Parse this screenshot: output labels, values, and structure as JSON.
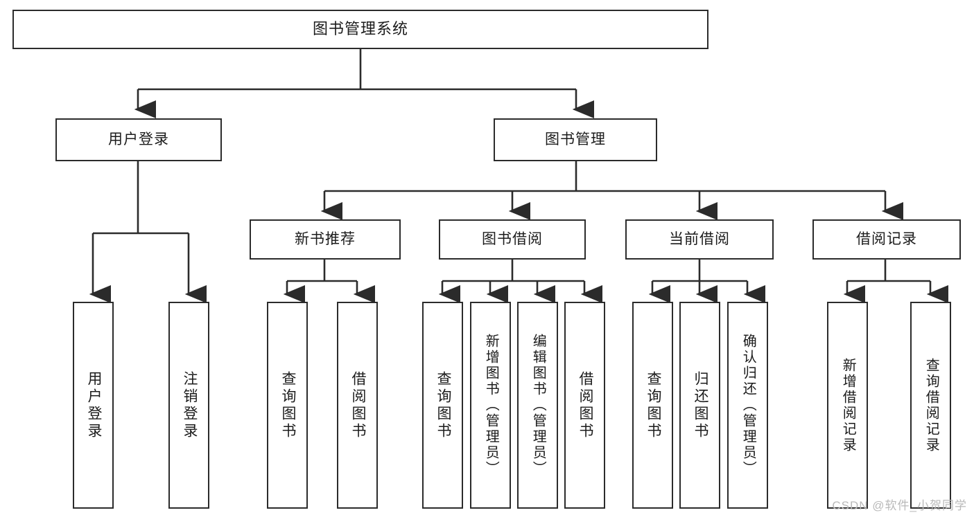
{
  "diagram": {
    "type": "tree-hierarchy",
    "title": "图书管理系统",
    "root": {
      "label": "图书管理系统"
    },
    "level2": [
      {
        "label": "用户登录"
      },
      {
        "label": "图书管理"
      }
    ],
    "level3": [
      {
        "label": "新书推荐"
      },
      {
        "label": "图书借阅"
      },
      {
        "label": "当前借阅"
      },
      {
        "label": "借阅记录"
      }
    ],
    "leaves": {
      "user_login": [
        {
          "label": "用户登录"
        },
        {
          "label": "注销登录"
        }
      ],
      "new_book_recommend": [
        {
          "label": "查询图书"
        },
        {
          "label": "借阅图书"
        }
      ],
      "book_borrow": [
        {
          "label": "查询图书"
        },
        {
          "label": "新增图书（管理员）"
        },
        {
          "label": "编辑图书（管理员）"
        },
        {
          "label": "借阅图书"
        }
      ],
      "current_borrow": [
        {
          "label": "查询图书"
        },
        {
          "label": "归还图书"
        },
        {
          "label": "确认归还（管理员）"
        }
      ],
      "borrow_record": [
        {
          "label": "新增借阅记录"
        },
        {
          "label": "查询借阅记录"
        }
      ]
    }
  },
  "watermark": {
    "text": "CSDN @软件_小贺同学"
  },
  "colors": {
    "background": "#ffffff",
    "border": "#2b2b2b",
    "text": "#1b1b1b",
    "watermark": "#b9b9b9"
  }
}
